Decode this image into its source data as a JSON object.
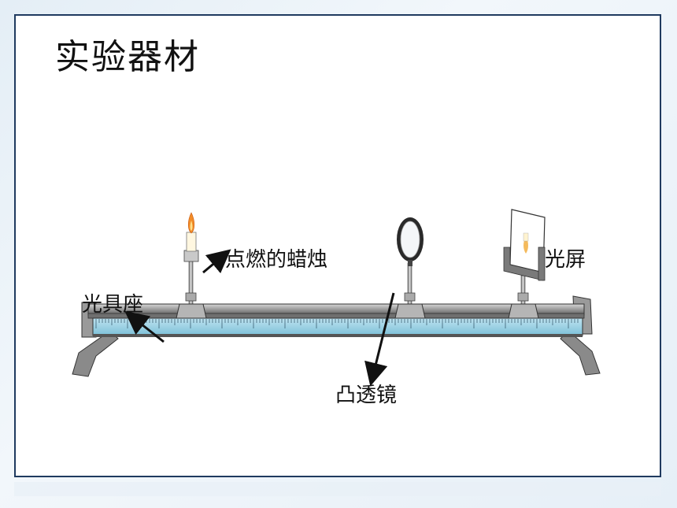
{
  "title": "实验器材",
  "labels": {
    "candle": "点燃的蜡烛",
    "bench": "光具座",
    "lens": "凸透镜",
    "screen": "光屏"
  }
}
